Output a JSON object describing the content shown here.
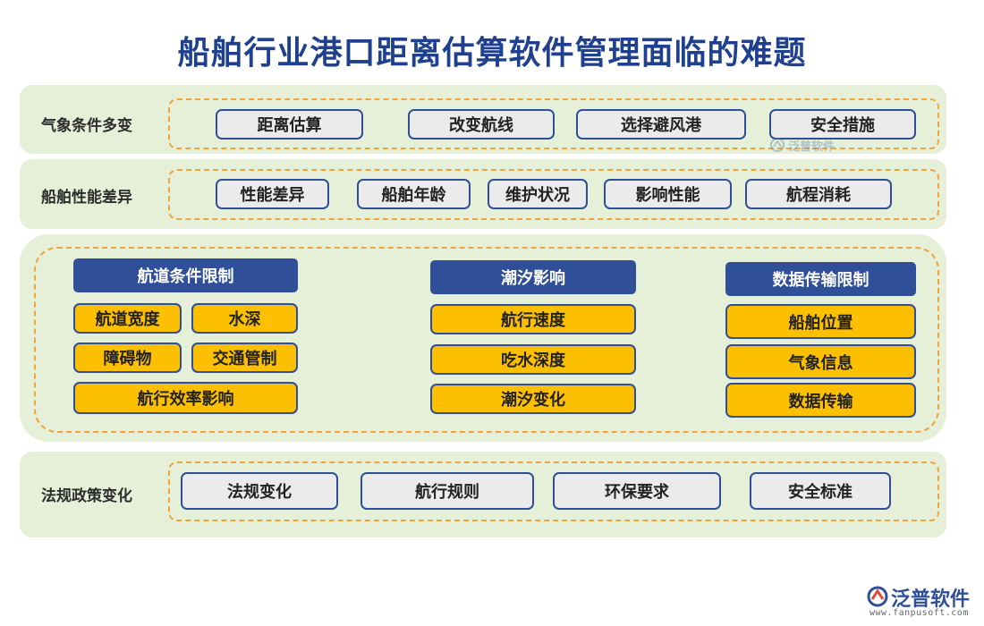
{
  "title": "船舶行业港口距离估算软件管理面临的难题",
  "row1": {
    "label": "气象条件多变",
    "items": [
      "距离估算",
      "改变航线",
      "选择避风港",
      "安全措施"
    ]
  },
  "row2": {
    "label": "船舶性能差异",
    "items": [
      "性能差异",
      "船舶年龄",
      "维护状况",
      "影响性能",
      "航程消耗"
    ]
  },
  "middle": {
    "col1": {
      "header": "航道条件限制",
      "items": [
        "航道宽度",
        "水深",
        "障碍物",
        "交通管制",
        "航行效率影响"
      ]
    },
    "col2": {
      "header": "潮汐影响",
      "items": [
        "航行速度",
        "吃水深度",
        "潮汐变化"
      ]
    },
    "col3": {
      "header": "数据传输限制",
      "items": [
        "船舶位置",
        "气象信息",
        "数据传输"
      ]
    }
  },
  "row4": {
    "label": "法规政策变化",
    "items": [
      "法规变化",
      "航行规则",
      "环保要求",
      "安全标准"
    ]
  },
  "watermark": {
    "text": "泛普软件"
  },
  "logo": {
    "text": "泛普软件",
    "url": "www.fanpusoft.com"
  },
  "colors": {
    "title": "#1f3f8f",
    "panel": "#e6f0d8",
    "navy": "#2f4f99",
    "yellow": "#fdc000",
    "dash": "#f0a43a"
  }
}
